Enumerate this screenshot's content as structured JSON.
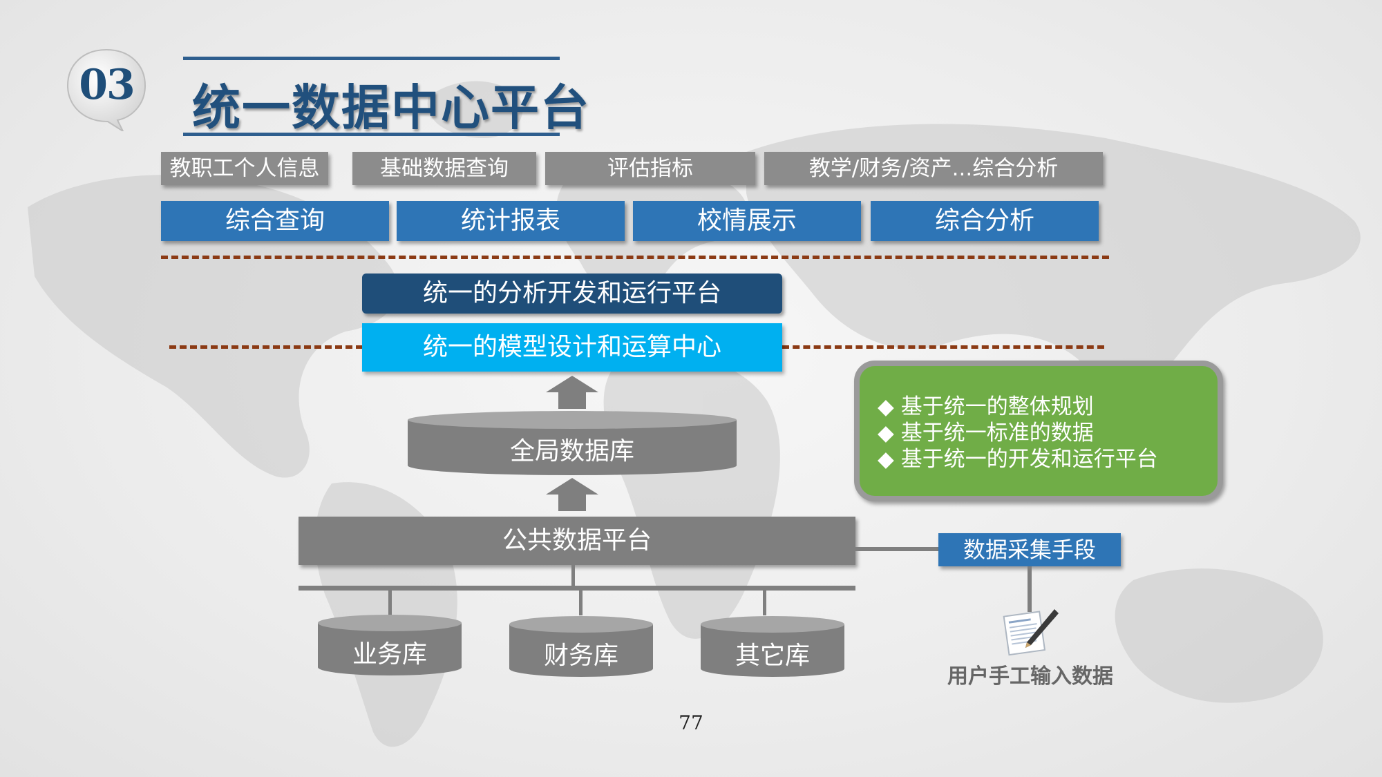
{
  "badge": {
    "number": "03"
  },
  "title": "统一数据中心平台",
  "top_tabs": [
    "教职工个人信息",
    "基础数据查询",
    "评估指标",
    "教学/财务/资产...综合分析"
  ],
  "func_tabs": [
    "综合查询",
    "统计报表",
    "校情展示",
    "综合分析"
  ],
  "platforms": {
    "analysis": "统一的分析开发和运行平台",
    "model": "统一的模型设计和运算中心"
  },
  "global_db": "全局数据库",
  "public_platform": "公共数据平台",
  "databases": [
    "业务库",
    "财务库",
    "其它库"
  ],
  "collection": "数据采集手段",
  "manual_input": "用户手工输入数据",
  "bullets": [
    "基于统一的整体规划",
    "基于统一标准的数据",
    "基于统一的开发和运行平台"
  ],
  "bullet_symbol": "◆",
  "page_number": "77",
  "colors": {
    "title": "#21507d",
    "gray_tab": "#8c8c8c",
    "blue_tab": "#2e75b6",
    "dark_platform": "#1f4e79",
    "light_platform": "#00b0f0",
    "green_box": "#70ad47",
    "dash": "#8b3a14"
  }
}
